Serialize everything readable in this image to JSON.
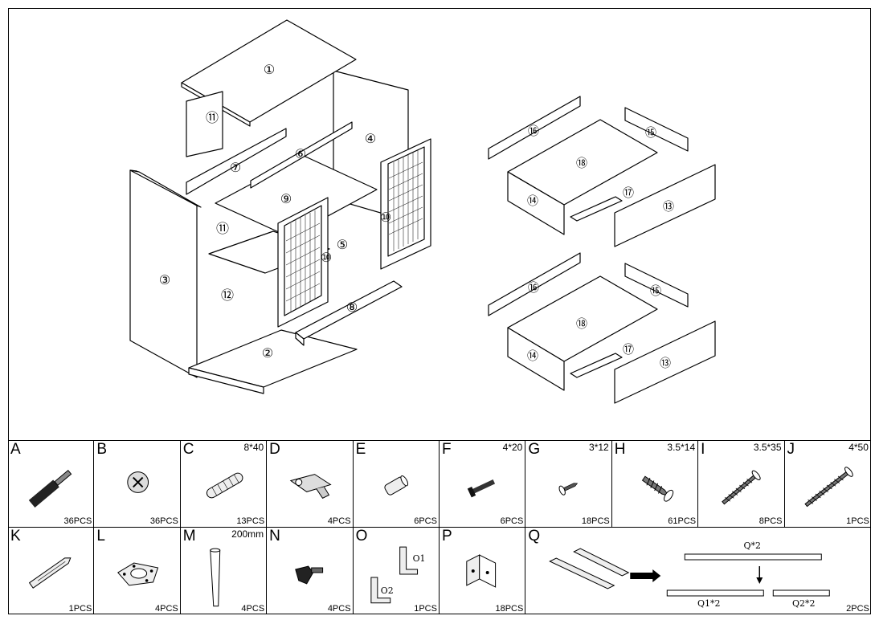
{
  "diagram_labels": {
    "p1": "①",
    "p2": "②",
    "p3": "③",
    "p4": "④",
    "p5": "⑤",
    "p6": "⑥",
    "p7": "⑦",
    "p8": "⑧",
    "p9": "⑨",
    "p10a": "⑩",
    "p10b": "⑩",
    "p11a": "⑪",
    "p11b": "⑪",
    "p12": "⑫",
    "d1_13": "⑬",
    "d1_14": "⑭",
    "d1_15": "⑮",
    "d1_16": "⑯",
    "d1_17": "⑰",
    "d1_18": "⑱",
    "d2_13": "⑬",
    "d2_14": "⑭",
    "d2_15": "⑮",
    "d2_16": "⑯",
    "d2_17": "⑰",
    "d2_18": "⑱"
  },
  "parts": [
    {
      "letter": "A",
      "spec": "",
      "qty": "36PCS",
      "icon": "cam-bolt-icon"
    },
    {
      "letter": "B",
      "spec": "",
      "qty": "36PCS",
      "icon": "cam-lock-icon"
    },
    {
      "letter": "C",
      "spec": "8*40",
      "qty": "13PCS",
      "icon": "wood-dowel-icon"
    },
    {
      "letter": "D",
      "spec": "",
      "qty": "4PCS",
      "icon": "hinge-icon"
    },
    {
      "letter": "E",
      "spec": "",
      "qty": "6PCS",
      "icon": "shelf-pin-icon"
    },
    {
      "letter": "F",
      "spec": "4*20",
      "qty": "6PCS",
      "icon": "machine-screw-icon"
    },
    {
      "letter": "G",
      "spec": "3*12",
      "qty": "18PCS",
      "icon": "short-screw-icon"
    },
    {
      "letter": "H",
      "spec": "3.5*14",
      "qty": "61PCS",
      "icon": "wood-screw-icon"
    },
    {
      "letter": "I",
      "spec": "3.5*35",
      "qty": "8PCS",
      "icon": "long-screw-icon"
    },
    {
      "letter": "J",
      "spec": "4*50",
      "qty": "1PCS",
      "icon": "extra-long-screw-icon"
    },
    {
      "letter": "K",
      "spec": "",
      "qty": "1PCS",
      "icon": "wall-anchor-icon"
    },
    {
      "letter": "L",
      "spec": "",
      "qty": "4PCS",
      "icon": "leg-plate-icon"
    },
    {
      "letter": "M",
      "spec": "200mm",
      "qty": "4PCS",
      "icon": "leg-icon"
    },
    {
      "letter": "N",
      "spec": "",
      "qty": "4PCS",
      "icon": "knob-icon"
    },
    {
      "letter": "O",
      "spec": "",
      "qty": "1PCS",
      "icon": "angle-bracket-icon",
      "sub1": "O1",
      "sub2": "O2"
    },
    {
      "letter": "P",
      "spec": "",
      "qty": "18PCS",
      "icon": "corner-bracket-icon"
    },
    {
      "letter": "Q",
      "spec": "",
      "qty": "2PCS",
      "icon": "drawer-slide-icon",
      "q_label": "Q*2",
      "q1_label": "Q1*2",
      "q2_label": "Q2*2"
    }
  ]
}
